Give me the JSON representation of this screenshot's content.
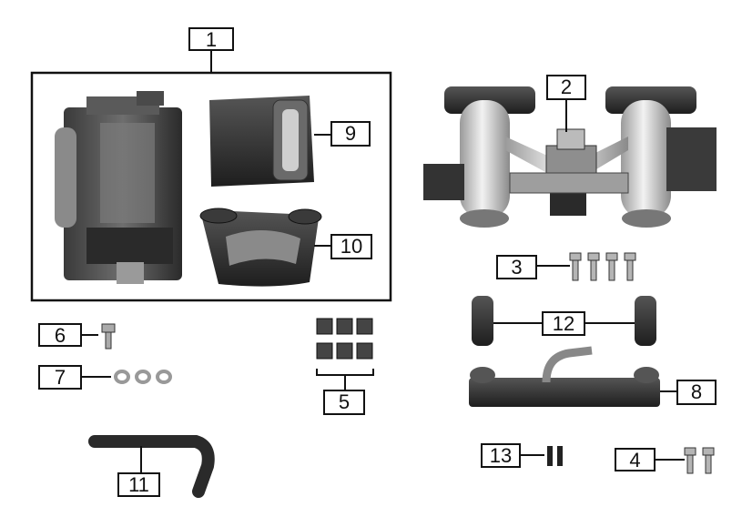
{
  "diagram": {
    "callouts": [
      {
        "id": "c1",
        "label": "1"
      },
      {
        "id": "c2",
        "label": "2"
      },
      {
        "id": "c3",
        "label": "3"
      },
      {
        "id": "c4",
        "label": "4"
      },
      {
        "id": "c5",
        "label": "5"
      },
      {
        "id": "c6",
        "label": "6"
      },
      {
        "id": "c7",
        "label": "7"
      },
      {
        "id": "c8",
        "label": "8"
      },
      {
        "id": "c9",
        "label": "9"
      },
      {
        "id": "c10",
        "label": "10"
      },
      {
        "id": "c11",
        "label": "11"
      },
      {
        "id": "c12",
        "label": "12"
      },
      {
        "id": "c13",
        "label": "13"
      }
    ],
    "colors": {
      "line": "#111111",
      "part_dark": "#2b2b2b",
      "part_mid": "#6b6b6b",
      "part_light": "#c8c8c8"
    }
  }
}
